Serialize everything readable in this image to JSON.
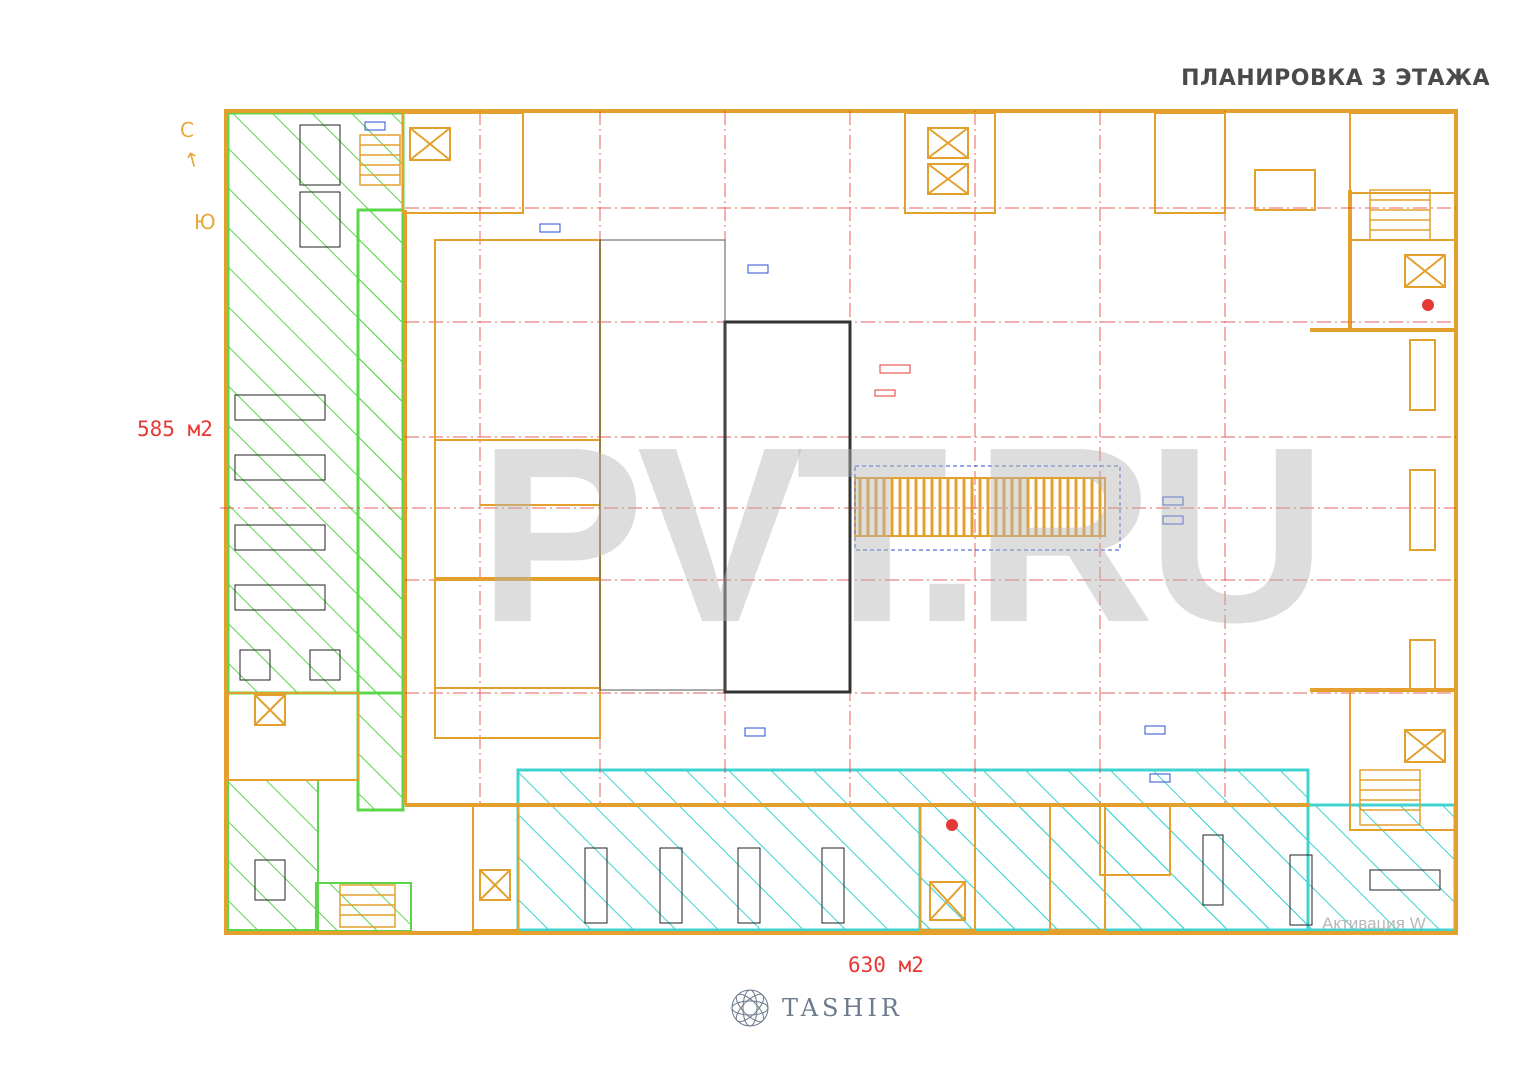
{
  "title": "ПЛАНИРОВКА 3 ЭТАЖА",
  "compass": {
    "north": "С",
    "south": "Ю"
  },
  "areas": {
    "left_zone": "585 м2",
    "bottom_zone": "630 м2"
  },
  "watermark": "PVT.RU",
  "activation_text": "Активация W",
  "logo": {
    "text": "TASHIR"
  },
  "colors": {
    "wall": "#e3a02c",
    "grid": "#e53935",
    "hatch_green": "#5bd64a",
    "hatch_cyan": "#3fd3d0",
    "annotation": "#2b4fd8",
    "title": "#4a4a4a"
  },
  "icons": [
    "compass-arrow-icon",
    "tashir-logo-icon",
    "elevator-icon",
    "stairs-icon",
    "accessibility-icon"
  ]
}
